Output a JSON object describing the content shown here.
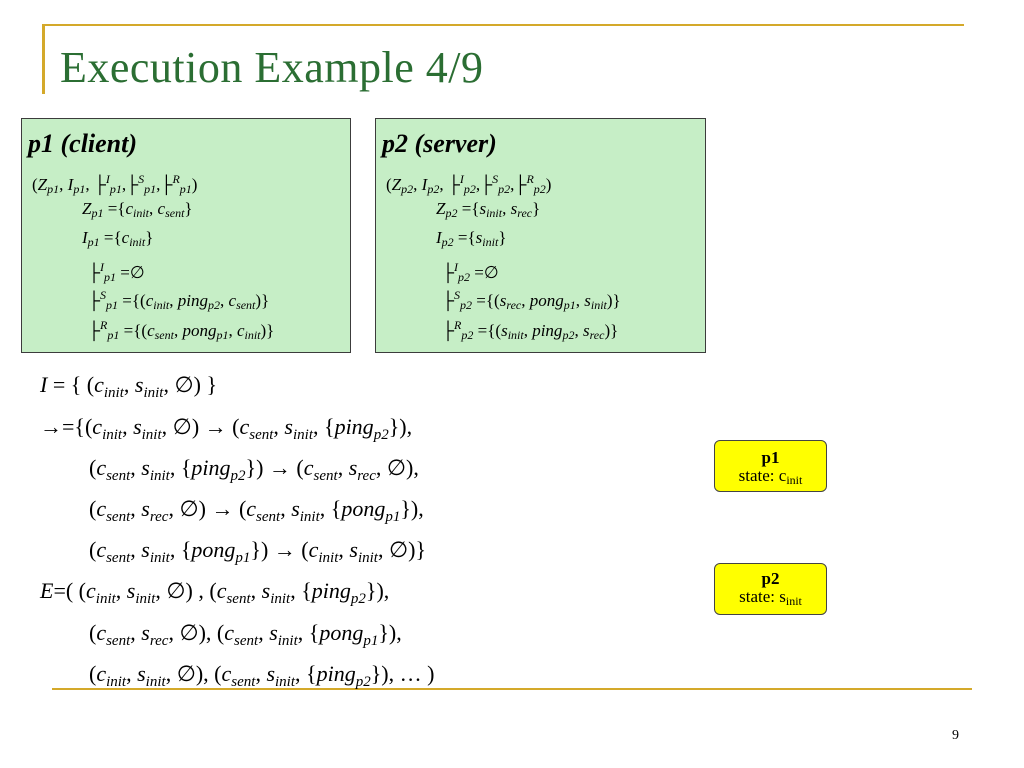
{
  "slide": {
    "title": "Execution Example 4/9",
    "page_number": "9",
    "accent_color": "#d4a92a",
    "title_color": "#2b6e33"
  },
  "boxes": [
    {
      "heading": "p1 (client)",
      "proc": "p1",
      "Z": [
        "c",
        "init",
        "c",
        "sent"
      ],
      "I": [
        "c",
        "init"
      ],
      "S": [
        "c",
        "init",
        "ping",
        "p2",
        "c",
        "sent"
      ],
      "R": [
        "c",
        "sent",
        "pong",
        "p1",
        "c",
        "init"
      ]
    },
    {
      "heading": "p2 (server)",
      "proc": "p2",
      "Z": [
        "s",
        "init",
        "s",
        "rec"
      ],
      "I": [
        "s",
        "init"
      ],
      "S": [
        "s",
        "rec",
        "pong",
        "p1",
        "s",
        "init"
      ],
      "R": [
        "s",
        "init",
        "ping",
        "p2",
        "s",
        "rec"
      ]
    }
  ],
  "states": [
    {
      "name": "p1",
      "label": "state: c",
      "sub": "init"
    },
    {
      "name": "p2",
      "label": "state: s",
      "sub": "init"
    }
  ],
  "symbols": {
    "empty": "∅",
    "tee": "├",
    "arrow": "→",
    "ellipsis": "…"
  }
}
